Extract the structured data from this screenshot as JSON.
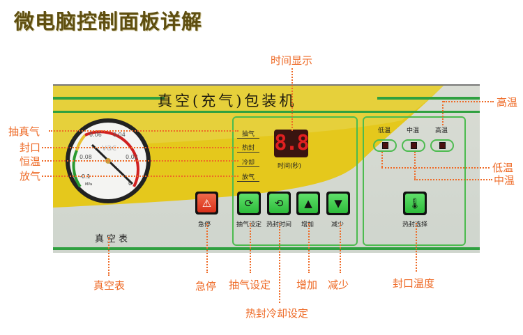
{
  "title": "微电脑控制面板详解",
  "panel": {
    "brand": "真空(充气)包装机",
    "gauge": {
      "label": "真空表",
      "ticks": [
        "0.06",
        "0.04",
        "0.08",
        "0.02",
        "-0.1",
        "0"
      ],
      "unit": "MPa",
      "mark": "vac"
    },
    "cycle_steps": [
      "抽气",
      "热封",
      "冷却",
      "放气"
    ],
    "display": {
      "value": "8.8",
      "label": "时间(秒)"
    },
    "buttons": {
      "stop": "急停",
      "vacuum_set": "抽气设定",
      "seal_time": "热封时间",
      "increase": "增加",
      "decrease": "减少",
      "seal_select": "热封选择"
    },
    "indicators": [
      "低温",
      "中温",
      "高温"
    ]
  },
  "annotations": {
    "time_display": "时间显示",
    "vacuum": "抽真气",
    "seal": "封口",
    "constant_temp": "恒温",
    "release": "放气",
    "high": "高温",
    "low": "低温",
    "mid": "中温",
    "gauge": "真空表",
    "stop": "急停",
    "vacuum_set": "抽气设定",
    "increase": "增加",
    "decrease": "减少",
    "seal_temp": "封口温度",
    "seal_cool_set": "热封冷却设定"
  },
  "colors": {
    "annotation": "#ee6a26",
    "button": "#3ccf4a",
    "panel_line": "#2fa040",
    "yellow": "#e8cc1e"
  }
}
